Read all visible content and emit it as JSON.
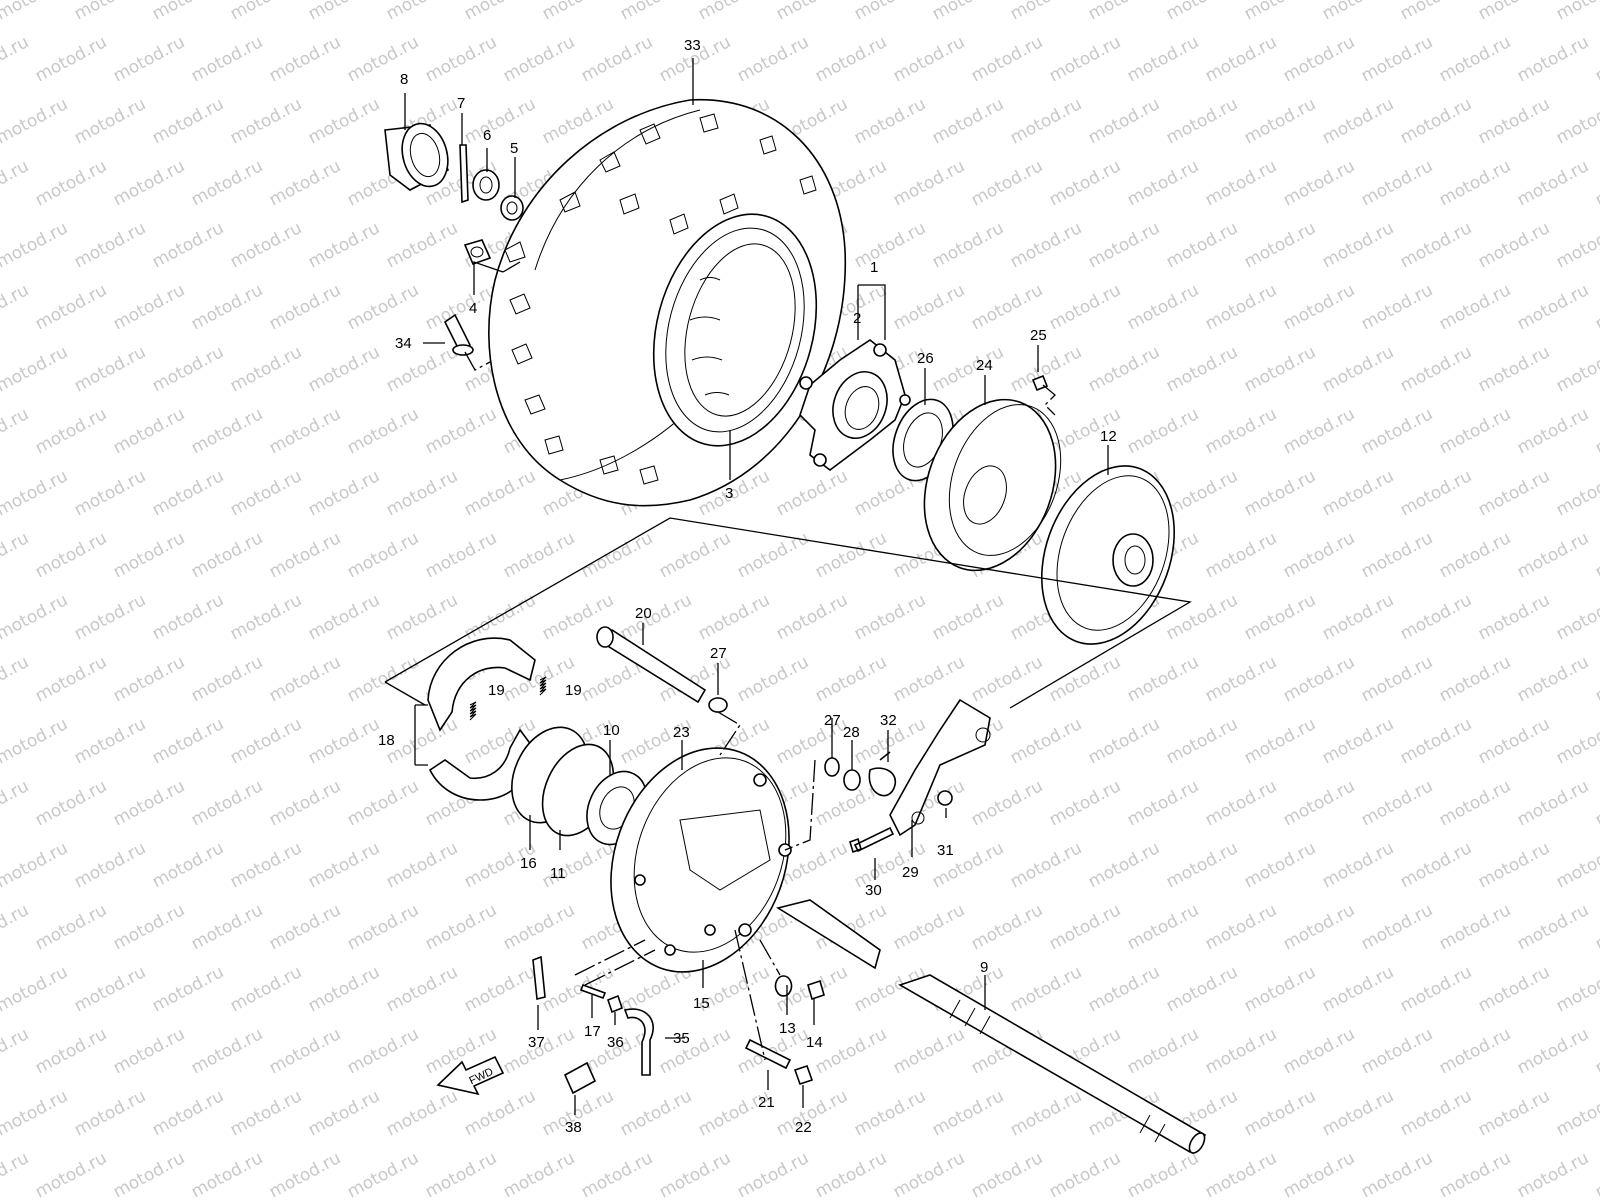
{
  "watermark": "motod.ru",
  "fwd_label": "FWD",
  "parts": [
    {
      "id": "33",
      "label": "33"
    },
    {
      "id": "8",
      "label": "8"
    },
    {
      "id": "7",
      "label": "7"
    },
    {
      "id": "6",
      "label": "6"
    },
    {
      "id": "5",
      "label": "5"
    },
    {
      "id": "4",
      "label": "4"
    },
    {
      "id": "34",
      "label": "34"
    },
    {
      "id": "3",
      "label": "3"
    },
    {
      "id": "1",
      "label": "1"
    },
    {
      "id": "2",
      "label": "2"
    },
    {
      "id": "26",
      "label": "26"
    },
    {
      "id": "24",
      "label": "24"
    },
    {
      "id": "25",
      "label": "25"
    },
    {
      "id": "12",
      "label": "12"
    },
    {
      "id": "20",
      "label": "20"
    },
    {
      "id": "27a",
      "label": "27"
    },
    {
      "id": "19a",
      "label": "19"
    },
    {
      "id": "19b",
      "label": "19"
    },
    {
      "id": "18",
      "label": "18"
    },
    {
      "id": "10",
      "label": "10"
    },
    {
      "id": "23",
      "label": "23"
    },
    {
      "id": "27b",
      "label": "27"
    },
    {
      "id": "28",
      "label": "28"
    },
    {
      "id": "32",
      "label": "32"
    },
    {
      "id": "16",
      "label": "16"
    },
    {
      "id": "11",
      "label": "11"
    },
    {
      "id": "31",
      "label": "31"
    },
    {
      "id": "29",
      "label": "29"
    },
    {
      "id": "30",
      "label": "30"
    },
    {
      "id": "9",
      "label": "9"
    },
    {
      "id": "15",
      "label": "15"
    },
    {
      "id": "13",
      "label": "13"
    },
    {
      "id": "14",
      "label": "14"
    },
    {
      "id": "37",
      "label": "37"
    },
    {
      "id": "17",
      "label": "17"
    },
    {
      "id": "36",
      "label": "36"
    },
    {
      "id": "35",
      "label": "35"
    },
    {
      "id": "21",
      "label": "21"
    },
    {
      "id": "22",
      "label": "22"
    },
    {
      "id": "38",
      "label": "38"
    }
  ]
}
